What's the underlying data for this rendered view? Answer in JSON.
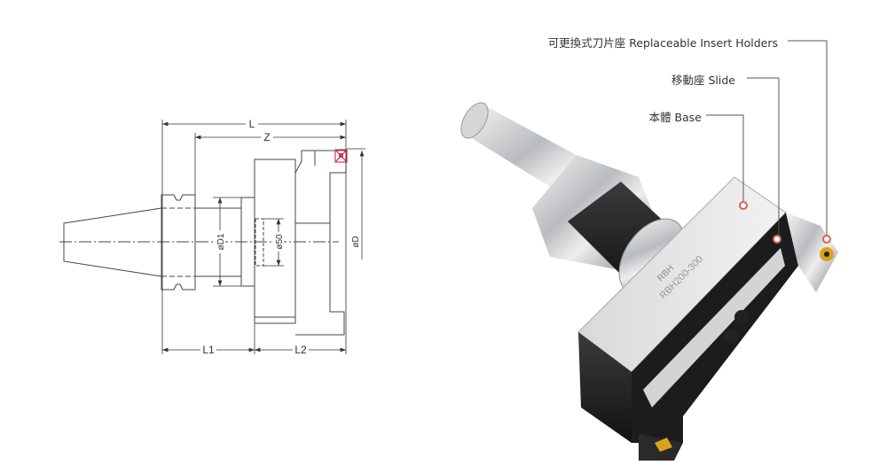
{
  "drawing": {
    "dimensions": {
      "L": "L",
      "Z": "Z",
      "L1": "L1",
      "L2": "L2",
      "D": "øD",
      "D1": "øD1",
      "bore": "ø50"
    }
  },
  "photo": {
    "brand": "RBH",
    "model": "RBH200-300"
  },
  "callouts": [
    {
      "label": "可更換式刀片座 Replaceable Insert Holders"
    },
    {
      "label": "移動座  Slide"
    },
    {
      "label": "本體  Base"
    }
  ],
  "colors": {
    "line": "#444444",
    "insert_red": "#d8334a",
    "callout_dot": "#e0604a",
    "insert_gold": "#d9a21b"
  }
}
